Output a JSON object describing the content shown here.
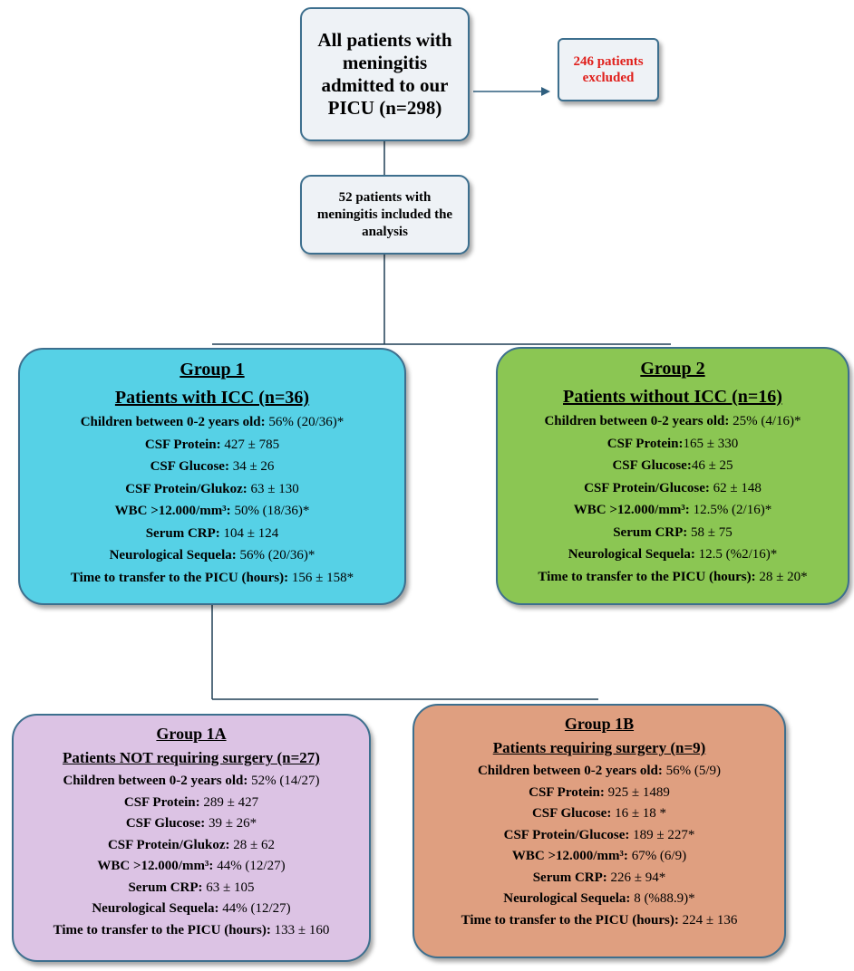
{
  "top": {
    "all_patients": "All patients with meningitis admitted to our PICU (n=298)",
    "excluded": "246 patients excluded",
    "included": "52 patients with meningitis included the analysis"
  },
  "colors": {
    "group1": "#56d1e6",
    "group2": "#8bc653",
    "group1a": "#dcc3e4",
    "group1b": "#df9f80",
    "excluded_text": "#e0201c",
    "connector": "#2f5f7f"
  },
  "group1": {
    "title": "Group 1",
    "subtitle": "Patients with ICC (n=36)",
    "rows": [
      {
        "label": "Children between 0-2 years old:",
        "value": " 56% (20/36)*"
      },
      {
        "label": "CSF Protein:",
        "value": " 427 ± 785"
      },
      {
        "label": "CSF Glucose:",
        "value": " 34 ± 26"
      },
      {
        "label": "CSF Protein/Glukoz:",
        "value": " 63 ± 130"
      },
      {
        "label": "WBC >12.000/mm³:",
        "value": " 50% (18/36)*"
      },
      {
        "label": "Serum CRP:",
        "value": " 104 ± 124"
      },
      {
        "label": "Neurological Sequela:",
        "value": " 56% (20/36)*"
      },
      {
        "label": "Time to transfer to the PICU (hours):",
        "value": " 156 ± 158*"
      }
    ]
  },
  "group2": {
    "title": "Group 2",
    "subtitle": "Patients without ICC (n=16)",
    "rows": [
      {
        "label": "Children between 0-2 years old:",
        "value": " 25% (4/16)*"
      },
      {
        "label": "CSF Protein:",
        "value": "165 ± 330"
      },
      {
        "label": "CSF Glucose:",
        "value": "46 ± 25"
      },
      {
        "label": "CSF Protein/Glucose:",
        "value": " 62 ± 148"
      },
      {
        "label": "WBC >12.000/mm³:",
        "value": " 12.5% (2/16)*"
      },
      {
        "label": "Serum CRP:",
        "value": " 58 ± 75"
      },
      {
        "label": "Neurological Sequela:",
        "value": " 12.5 (%2/16)*"
      },
      {
        "label": "Time to transfer to the PICU (hours):",
        "value": " 28 ± 20*"
      }
    ]
  },
  "group1a": {
    "title": "Group 1A",
    "subtitle": "Patients NOT requiring surgery (n=27)",
    "rows": [
      {
        "label": "Children between 0-2 years old:",
        "value": " 52% (14/27)"
      },
      {
        "label": "CSF Protein:",
        "value": " 289 ± 427"
      },
      {
        "label": "CSF Glucose:",
        "value": " 39 ± 26*"
      },
      {
        "label": "CSF Protein/Glukoz:",
        "value": " 28 ± 62"
      },
      {
        "label": "WBC >12.000/mm³:",
        "value": " 44% (12/27)"
      },
      {
        "label": "Serum CRP:",
        "value": " 63 ± 105"
      },
      {
        "label": "Neurological Sequela:",
        "value": " 44% (12/27)"
      },
      {
        "label": "Time to transfer to the PICU (hours):",
        "value": " 133 ± 160"
      }
    ]
  },
  "group1b": {
    "title": "Group 1B",
    "subtitle": "Patients requiring surgery (n=9)",
    "rows": [
      {
        "label": "Children between 0-2 years old:",
        "value": " 56% (5/9)"
      },
      {
        "label": "CSF Protein:",
        "value": " 925 ± 1489"
      },
      {
        "label": "CSF Glucose:",
        "value": " 16 ± 18 *"
      },
      {
        "label": "CSF Protein/Glucose:",
        "value": " 189 ± 227*"
      },
      {
        "label": "WBC >12.000/mm³:",
        "value": " 67% (6/9)"
      },
      {
        "label": "Serum CRP:",
        "value": " 226 ± 94*"
      },
      {
        "label": "Neurological Sequela:",
        "value": " 8 (%88.9)*"
      },
      {
        "label": "Time to transfer to the PICU (hours):",
        "value": " 224 ± 136"
      }
    ]
  }
}
